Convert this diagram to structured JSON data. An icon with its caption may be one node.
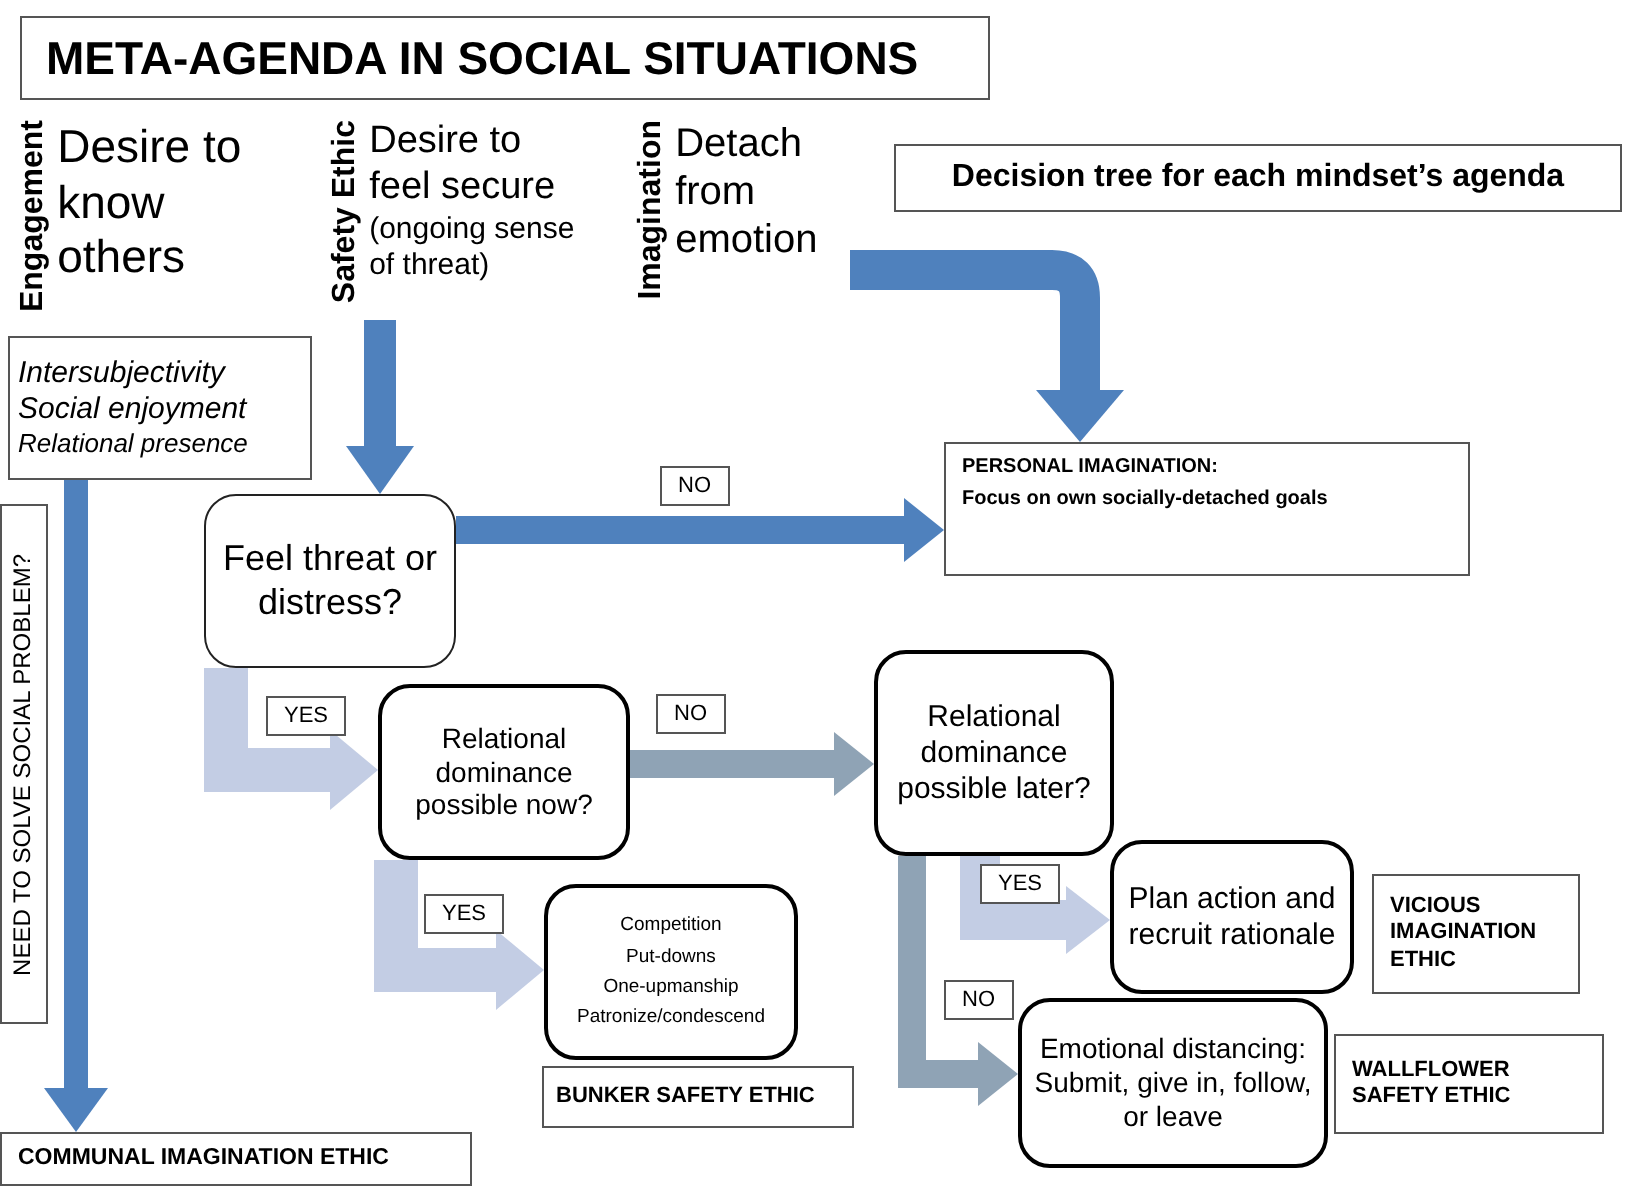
{
  "diagram": {
    "title": "META-AGENDA IN SOCIAL SITUATIONS",
    "nodes": [
      {
        "text": [
          "Engagement",
          "Desire to know others"
        ]
      },
      {
        "text": [
          "Safety Ethic",
          "Desire to feel secure",
          "(ongoing sense of threat)"
        ]
      },
      {
        "text": [
          "Imagination",
          "Detach from emotion"
        ]
      },
      {
        "text": [
          "Decision tree for each mindset’s agenda"
        ]
      },
      {
        "text": [
          "Intersubjectivity",
          "Social enjoyment",
          "Relational presence"
        ]
      },
      {
        "text": [
          "NEED TO SOLVE SOCIAL PROBLEM?"
        ]
      },
      {
        "text": [
          "Feel threat or distress?"
        ]
      },
      {
        "text": [
          "PERSONAL IMAGINATION:",
          "Focus on own socially-detached goals"
        ]
      },
      {
        "text": [
          "Relational dominance possible now?"
        ]
      },
      {
        "text": [
          "Relational dominance possible later?"
        ]
      },
      {
        "text": [
          "Plan action and recruit rationale"
        ]
      },
      {
        "text": [
          "VICIOUS IMAGINATION ETHIC"
        ]
      },
      {
        "text": [
          "Competition",
          "Put-downs",
          "One-upmanship",
          "Patronize/condescend"
        ]
      },
      {
        "text": [
          "Emotional distancing: Submit, give in, follow, or leave"
        ]
      },
      {
        "text": [
          "WALLFLOWER SAFETY ETHIC"
        ]
      },
      {
        "text": [
          "BUNKER SAFETY ETHIC"
        ]
      },
      {
        "text": [
          "COMMUNAL IMAGINATION ETHIC"
        ]
      }
    ],
    "edges": [
      {
        "from": 4,
        "to": 16,
        "arrow": "to"
      },
      {
        "from": 1,
        "to": 6,
        "arrow": "to"
      },
      {
        "from": 2,
        "to": 7,
        "arrow": "to"
      },
      {
        "from": 6,
        "to": 7,
        "arrow": "to",
        "label": "NO"
      },
      {
        "from": 6,
        "to": 8,
        "arrow": "to",
        "label": "YES",
        "color": "#c3cde4"
      },
      {
        "from": 8,
        "to": 9,
        "arrow": "to",
        "label": "NO",
        "color": "#8fa3b5"
      },
      {
        "from": 8,
        "to": 12,
        "arrow": "to",
        "label": "YES",
        "color": "#c3cde4"
      },
      {
        "from": 9,
        "to": 10,
        "arrow": "to",
        "label": "YES",
        "color": "#c3cde4"
      },
      {
        "from": 9,
        "to": 13,
        "arrow": "to",
        "label": "NO",
        "color": "#8fa3b5"
      }
    ]
  }
}
